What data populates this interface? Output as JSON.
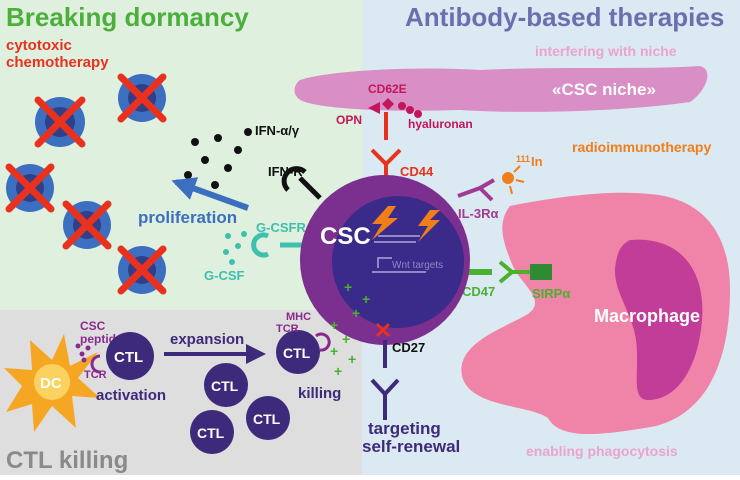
{
  "panels": {
    "dormancy": {
      "title": "Breaking dormancy",
      "bg": "#dff0df",
      "title_color": "#4caf3c"
    },
    "antibody": {
      "title": "Antibody-based therapies",
      "bg": "#dbe9f3",
      "title_color": "#6b6fae"
    },
    "ctl": {
      "title": "CTL killing",
      "bg": "#dedede",
      "title_color": "#8a8a8a"
    }
  },
  "labels": {
    "cytotoxic_1": "cytotoxic",
    "cytotoxic_2": "chemotherapy",
    "ifn": "IFN-α/γ",
    "ifnr": "IFN-R",
    "proliferation": "proliferation",
    "gcsfr": "G-CSFR",
    "gcsf": "G-CSF",
    "interfering": "interfering with niche",
    "niche": "«CSC niche»",
    "cd62e": "CD62E",
    "opn": "OPN",
    "hyaluronan": "hyaluronan",
    "cd44": "CD44",
    "radio": "radioimmunotherapy",
    "indium_mass": "111",
    "indium": "In",
    "il3ra": "IL-3Rα",
    "csc": "CSC",
    "wnt": "Wnt targets",
    "cd47": "CD47",
    "sirpa": "SIRPα",
    "macrophage": "Macrophage",
    "enabling": "enabling phagocytosis",
    "cd27": "CD27",
    "targeting_1": "targeting",
    "targeting_2": "self-renewal",
    "csc_peptides_1": "CSC",
    "csc_peptides_2": "peptides",
    "dc": "DC",
    "tcr_dc": "TCR",
    "ctl": "CTL",
    "expansion": "expansion",
    "activation": "activation",
    "mhc": "MHC",
    "tcr_kill": "TCR",
    "killing": "killing"
  },
  "colors": {
    "red": "#e8321e",
    "orange": "#f07e1a",
    "pink": "#e43b7c",
    "niche": "#d98ec6",
    "macrophage": "#ef84a8",
    "macro_nucleus": "#c13d97",
    "csc_outer": "#7b2f8e",
    "csc_inner": "#3a2a8a",
    "ctl": "#3e2a7a",
    "blue_arrow": "#3c6fbf",
    "teal": "#3fbfae",
    "green": "#4ab02e",
    "il3": "#a13a93",
    "dc": "#f5a623"
  }
}
